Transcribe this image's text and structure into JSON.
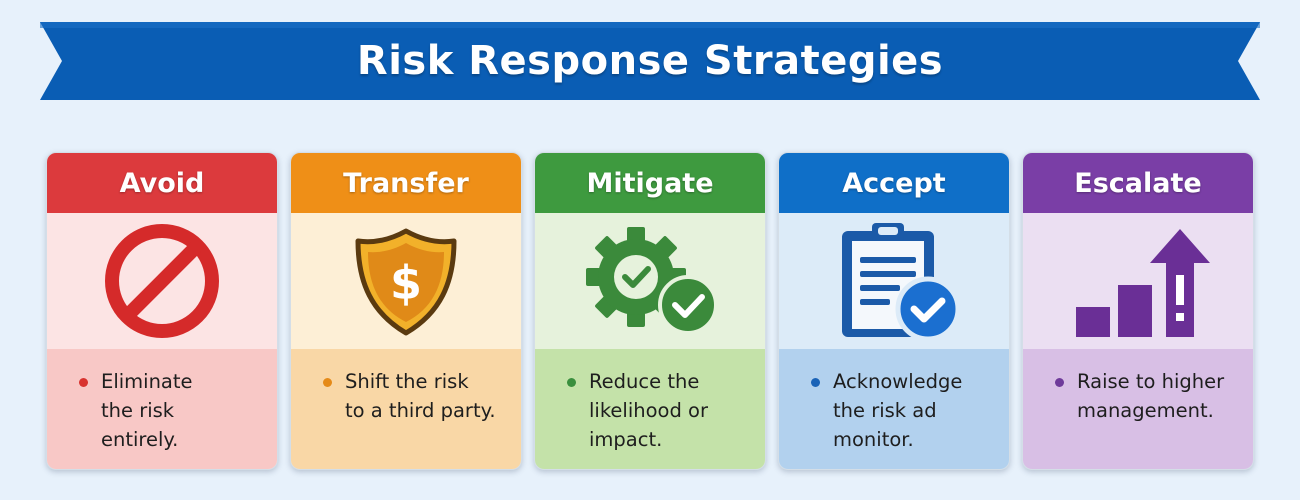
{
  "title": "Risk Response Strategies",
  "colors": {
    "banner": "#0a5db4",
    "background": "#e7f1fb"
  },
  "strategies": [
    {
      "label": "Avoid",
      "description": "Eliminate\nthe risk\nentirely.",
      "icon": "prohibited-icon",
      "header_color": "#dc3a3d",
      "icon_bg": "#fce4e4",
      "body_bg": "#f8c8c6",
      "bullet_color": "#d8332f"
    },
    {
      "label": "Transfer",
      "description": "Shift the risk\nto a third party.",
      "icon": "dollar-shield-icon",
      "header_color": "#ef8f17",
      "icon_bg": "#fdefd6",
      "body_bg": "#f9d7a6",
      "bullet_color": "#e58a18"
    },
    {
      "label": "Mitigate",
      "description": "Reduce the\nlikelihood or\nimpact.",
      "icon": "gear-check-icon",
      "header_color": "#3e9a3f",
      "icon_bg": "#e6f2dc",
      "body_bg": "#c4e2a9",
      "bullet_color": "#3a8f3e"
    },
    {
      "label": "Accept",
      "description": "Acknowledge\nthe risk ad monitor.",
      "icon": "clipboard-check-icon",
      "header_color": "#0f6fc8",
      "icon_bg": "#dcebf8",
      "body_bg": "#b2d1ee",
      "bullet_color": "#1a63b7"
    },
    {
      "label": "Escalate",
      "description": "Raise to higher\nmanagement.",
      "icon": "escalation-arrow-icon",
      "header_color": "#7a3ea6",
      "icon_bg": "#ebdff2",
      "body_bg": "#d8bfe5",
      "bullet_color": "#6e3a9a"
    }
  ]
}
